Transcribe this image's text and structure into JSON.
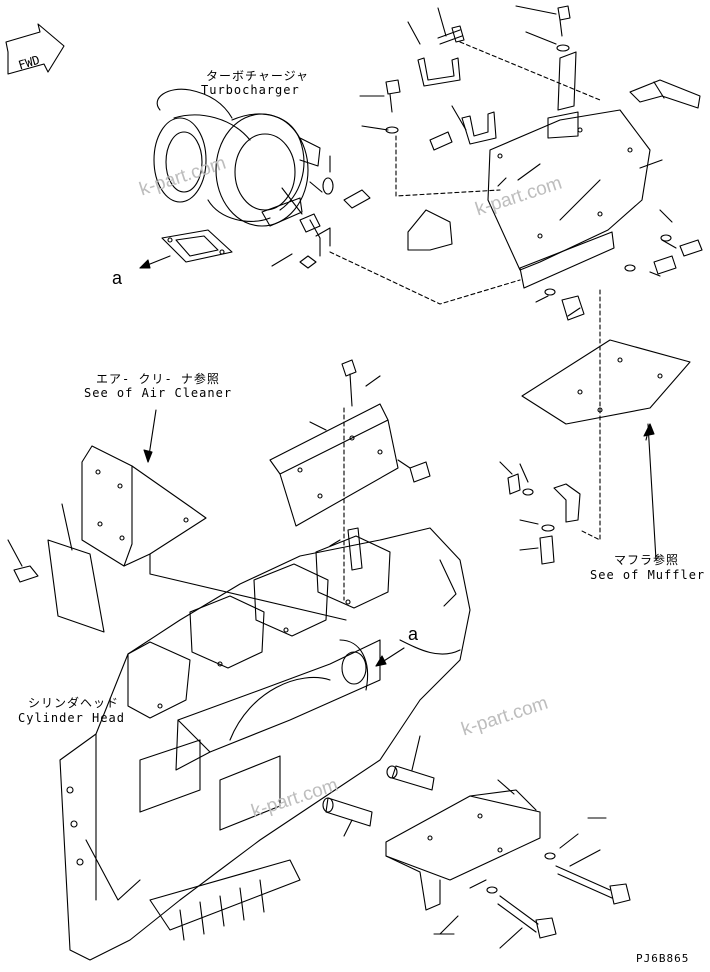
{
  "fwd_label": "FWD",
  "labels": {
    "turbo_jp": "ターボチャージャ",
    "turbo_en": "Turbocharger",
    "air_jp": "エア- クリ- ナ参照",
    "air_en": "See of Air Cleaner",
    "muffler_jp": "マフラ参照",
    "muffler_en": "See of Muffler",
    "head_jp": "シリンダヘッド",
    "head_en": "Cylinder Head",
    "ref_a_left": "a",
    "ref_a_center": "a",
    "code": "PJ6B865"
  },
  "watermarks": [
    "k-part.com",
    "k-part.com",
    "k-part.com",
    "k-part.com"
  ]
}
